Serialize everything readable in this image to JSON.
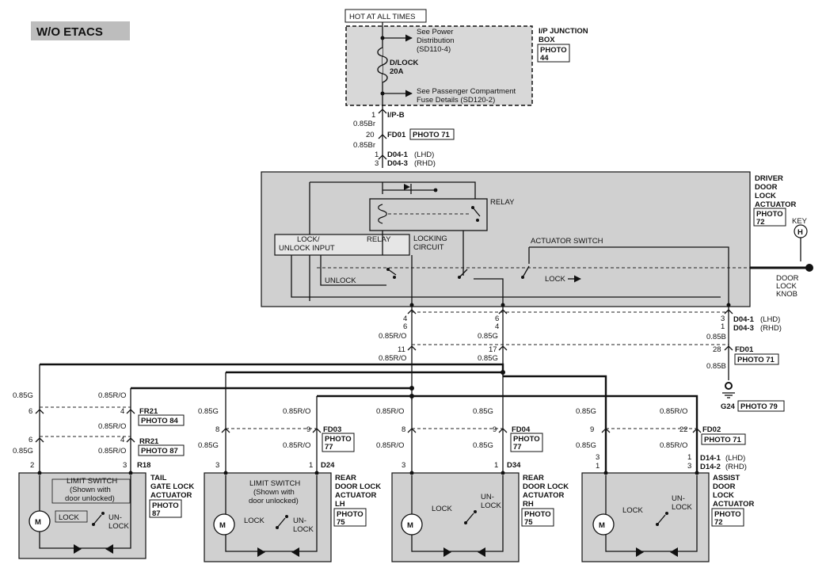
{
  "title": "W/O ETACS",
  "hot_label": "HOT AT ALL TIMES",
  "fuse_box": {
    "see1_l1": "See Power",
    "see1_l2": "Distribution",
    "see1_l3": "(SD110-4)",
    "fuse_l1": "D/LOCK",
    "fuse_l2": "20A",
    "see2_l1": "See Passenger Compartment",
    "see2_l2": "Fuse Details (SD120-2)",
    "name_l1": "I/P JUNCTION",
    "name_l2": "BOX",
    "photo_l1": "PHOTO",
    "photo_l2": "44"
  },
  "top_wires": {
    "pin1": "1",
    "conn_ipb": "I/P-B",
    "w1": "0.85Br",
    "pin20": "20",
    "fd01": "FD01",
    "fd01_photo": "PHOTO 71",
    "w2": "0.85Br",
    "pin_a": "1",
    "pin_b": "3",
    "d04_1": "D04-1",
    "d04_1s": "(LHD)",
    "d04_3": "D04-3",
    "d04_3s": "(RHD)"
  },
  "driver": {
    "l1": "DRIVER",
    "l2": "DOOR",
    "l3": "LOCK",
    "l4": "ACTUATOR",
    "photo_l1": "PHOTO",
    "photo_l2": "72",
    "key": "KEY",
    "key_icon": "H",
    "knob_l1": "DOOR",
    "knob_l2": "LOCK",
    "knob_l3": "KNOB",
    "relay_top": "RELAY",
    "input_l1": "LOCK/",
    "input_l2": "UNLOCK INPUT",
    "relay_mid": "RELAY",
    "locking_l1": "LOCKING",
    "locking_l2": "CIRCUIT",
    "actuator_switch": "ACTUATOR SWITCH",
    "unlock": "UNLOCK",
    "lock": "LOCK"
  },
  "mid_wires": {
    "p4a": "4",
    "p6a": "6",
    "w_ro1": "0.85R/O",
    "p11": "11",
    "w_ro2": "0.85R/O",
    "p6b": "6",
    "p4b": "4",
    "w_g1": "0.85G",
    "p17": "17",
    "w_g2": "0.85G",
    "p3": "3",
    "p1": "1",
    "d04_1": "D04-1",
    "d04_1s": "(LHD)",
    "d04_3": "D04-3",
    "d04_3s": "(RHD)",
    "w_b1": "0.85B",
    "p28": "28",
    "fd01": "FD01",
    "fd01_photo": "PHOTO 71",
    "w_b2": "0.85B",
    "g24": "G24",
    "g24_photo": "PHOTO 79"
  },
  "tail": {
    "w_g_top": "0.85G",
    "w_ro_top": "0.85R/O",
    "p6a": "6",
    "p4a": "4",
    "fr21": "FR21",
    "fr21_photo": "PHOTO 84",
    "w_ro_mid": "0.85R/O",
    "p6b": "6",
    "p4b": "4",
    "rr21": "RR21",
    "rr21_photo": "PHOTO 87",
    "w_g_bot": "0.85G",
    "w_ro_bot": "0.85R/O",
    "p2": "2",
    "p3": "3",
    "r18": "R18",
    "ls_l1": "LIMIT SWITCH",
    "ls_l2": "(Shown with",
    "ls_l3": "door unlocked)",
    "lock": "LOCK",
    "un1": "UN-",
    "un2": "LOCK",
    "motor": "M",
    "n1": "TAIL",
    "n2": "GATE LOCK",
    "n3": "ACTUATOR",
    "photo_l1": "PHOTO",
    "photo_l2": "87"
  },
  "rear_lh": {
    "w_g": "0.85G",
    "w_ro": "0.85R/O",
    "p8": "8",
    "p9": "9",
    "fd03": "FD03",
    "fd03_photo_l1": "PHOTO",
    "fd03_photo_l2": "77",
    "w_g2": "0.85G",
    "w_ro2": "0.85R/O",
    "p3": "3",
    "p1": "1",
    "d24": "D24",
    "ls_l1": "LIMIT SWITCH",
    "ls_l2": "(Shown with",
    "ls_l3": "door unlocked)",
    "lock": "LOCK",
    "un1": "UN-",
    "un2": "LOCK",
    "motor": "M",
    "n1": "REAR",
    "n2": "DOOR LOCK",
    "n3": "ACTUATOR",
    "n4": "LH",
    "photo_l1": "PHOTO",
    "photo_l2": "75"
  },
  "rear_rh": {
    "w_ro": "0.85R/O",
    "w_g": "0.85G",
    "p8": "8",
    "p9": "9",
    "fd04": "FD04",
    "fd04_photo_l1": "PHOTO",
    "fd04_photo_l2": "77",
    "w_ro2": "0.85R/O",
    "w_g2": "0.85G",
    "p3": "3",
    "p1": "1",
    "d34": "D34",
    "lock": "LOCK",
    "un1": "UN-",
    "un2": "LOCK",
    "motor": "M",
    "n1": "REAR",
    "n2": "DOOR LOCK",
    "n3": "ACTUATOR",
    "n4": "RH",
    "photo_l1": "PHOTO",
    "photo_l2": "75"
  },
  "assist": {
    "w_g": "0.85G",
    "w_ro": "0.85R/O",
    "p9": "9",
    "p22": "22",
    "fd02": "FD02",
    "fd02_photo": "PHOTO 71",
    "w_g2": "0.85G",
    "w_ro2": "0.85R/O",
    "p3": "3",
    "p1a": "1",
    "p1b": "1",
    "p3b": "3",
    "d14_1": "D14-1",
    "d14_1s": "(LHD)",
    "d14_2": "D14-2",
    "d14_2s": "(RHD)",
    "lock": "LOCK",
    "un1": "UN-",
    "un2": "LOCK",
    "motor": "M",
    "n1": "ASSIST",
    "n2": "DOOR",
    "n3": "LOCK",
    "n4": "ACTUATOR",
    "photo_l1": "PHOTO",
    "photo_l2": "72"
  }
}
